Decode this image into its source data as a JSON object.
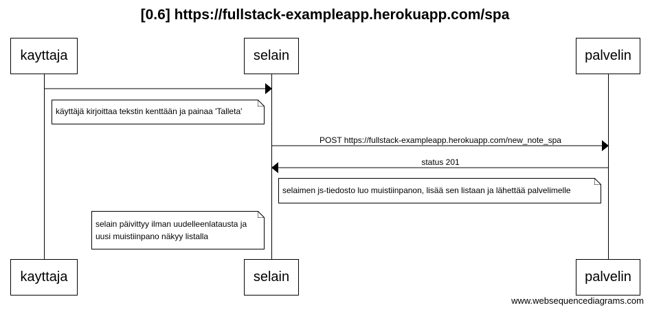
{
  "title": "[0.6] https://fullstack-exampleapp.herokuapp.com/spa",
  "participants": {
    "kayttaja": "kayttaja",
    "selain": "selain",
    "palvelin": "palvelin"
  },
  "notes": {
    "note1": "käyttäjä kirjoittaa tekstin kenttään ja painaa 'Talleta'",
    "note2": "selaimen js-tiedosto luo muistiinpanon, lisää sen listaan ja lähettää palvelimelle",
    "note3_line1": "selain päivittyy ilman uudelleenlatausta ja",
    "note3_line2": "uusi muistiinpano näkyy listalla"
  },
  "messages": {
    "post": "POST https://fullstack-exampleapp.herokuapp.com/new_note_spa",
    "status": "status 201"
  },
  "footer": "www.websequencediagrams.com"
}
